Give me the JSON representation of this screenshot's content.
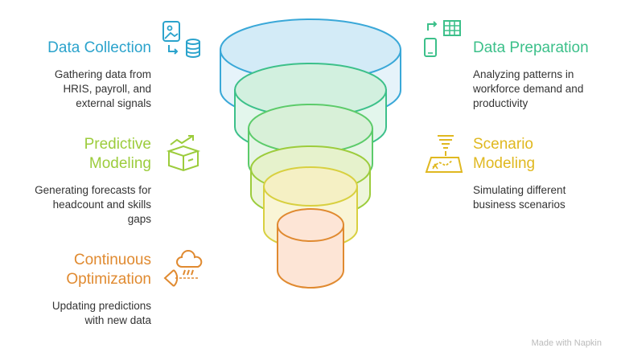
{
  "stages": [
    {
      "title": "Data Collection",
      "description": "Gathering data from\nHRIS, payroll, and\nexternal signals",
      "color": "#2ba3cc",
      "icon": "image-to-database-icon"
    },
    {
      "title": "Data Preparation",
      "description": "Analyzing patterns in\nworkforce demand and\nproductivity",
      "color": "#3cc08a",
      "icon": "phone-to-table-icon"
    },
    {
      "title": "Predictive\nModeling",
      "description": "Generating forecasts for\nheadcount and skills\ngaps",
      "color": "#9ccc3c",
      "icon": "box-trend-up-icon"
    },
    {
      "title": "Scenario\nModeling",
      "description": "Simulating different\nbusiness scenarios",
      "color": "#e0b820",
      "icon": "tornado-map-icon"
    },
    {
      "title": "Continuous\nOptimization",
      "description": "Updating predictions\nwith new data",
      "color": "#e08a30",
      "icon": "cloud-rain-icon"
    }
  ],
  "funnel_colors": {
    "layer1": "#3aa8d8",
    "layer2": "#3cc08a",
    "layer3": "#5ccb6a",
    "layer4": "#9ccc3c",
    "layer5": "#d8d040",
    "layer6": "#e08a30"
  },
  "watermark": "Made with Napkin"
}
